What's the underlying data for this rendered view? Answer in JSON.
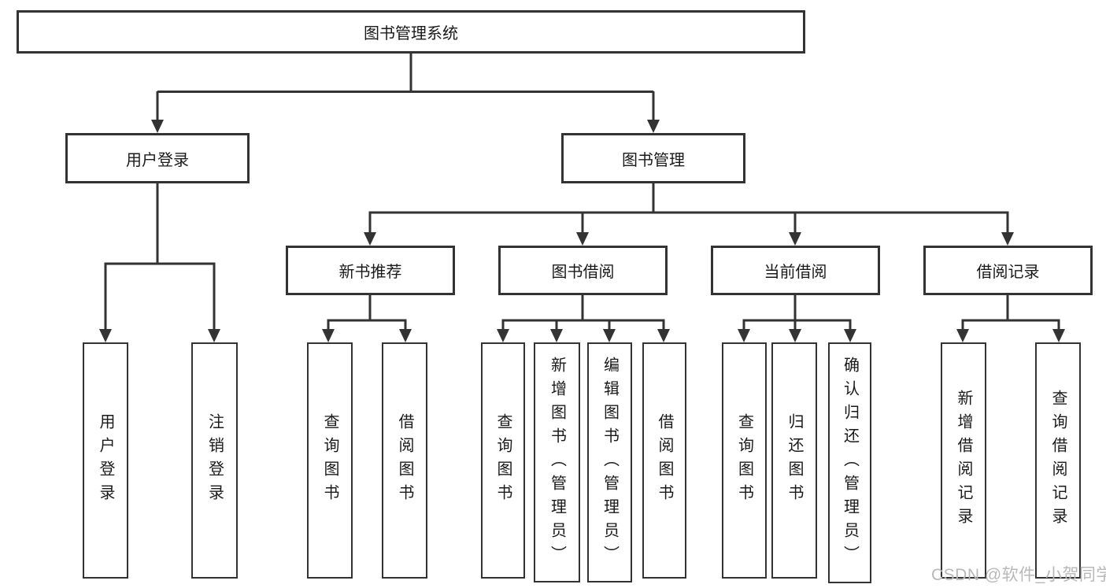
{
  "tree": {
    "root": {
      "label": "图书管理系统"
    },
    "user_login": {
      "label": "用户登录",
      "children": [
        {
          "label": "用户登录"
        },
        {
          "label": "注销登录"
        }
      ]
    },
    "book_management": {
      "label": "图书管理",
      "sections": [
        {
          "label": "新书推荐",
          "children": [
            {
              "label": "查询图书"
            },
            {
              "label": "借阅图书"
            }
          ]
        },
        {
          "label": "图书借阅",
          "children": [
            {
              "label": "查询图书"
            },
            {
              "label": "新增图书（管理员）"
            },
            {
              "label": "编辑图书（管理员）"
            },
            {
              "label": "借阅图书"
            }
          ]
        },
        {
          "label": "当前借阅",
          "children": [
            {
              "label": "查询图书"
            },
            {
              "label": "归还图书"
            },
            {
              "label": "确认归还（管理员）"
            }
          ]
        },
        {
          "label": "借阅记录",
          "children": [
            {
              "label": "新增借阅记录"
            },
            {
              "label": "查询借阅记录"
            }
          ]
        }
      ]
    }
  },
  "watermark": {
    "text": "CSDN @软件_小贺同学"
  },
  "colors": {
    "line": "#333333",
    "text": "#1a1a1a",
    "watermark": "#b8b8b8",
    "background": "#ffffff"
  }
}
